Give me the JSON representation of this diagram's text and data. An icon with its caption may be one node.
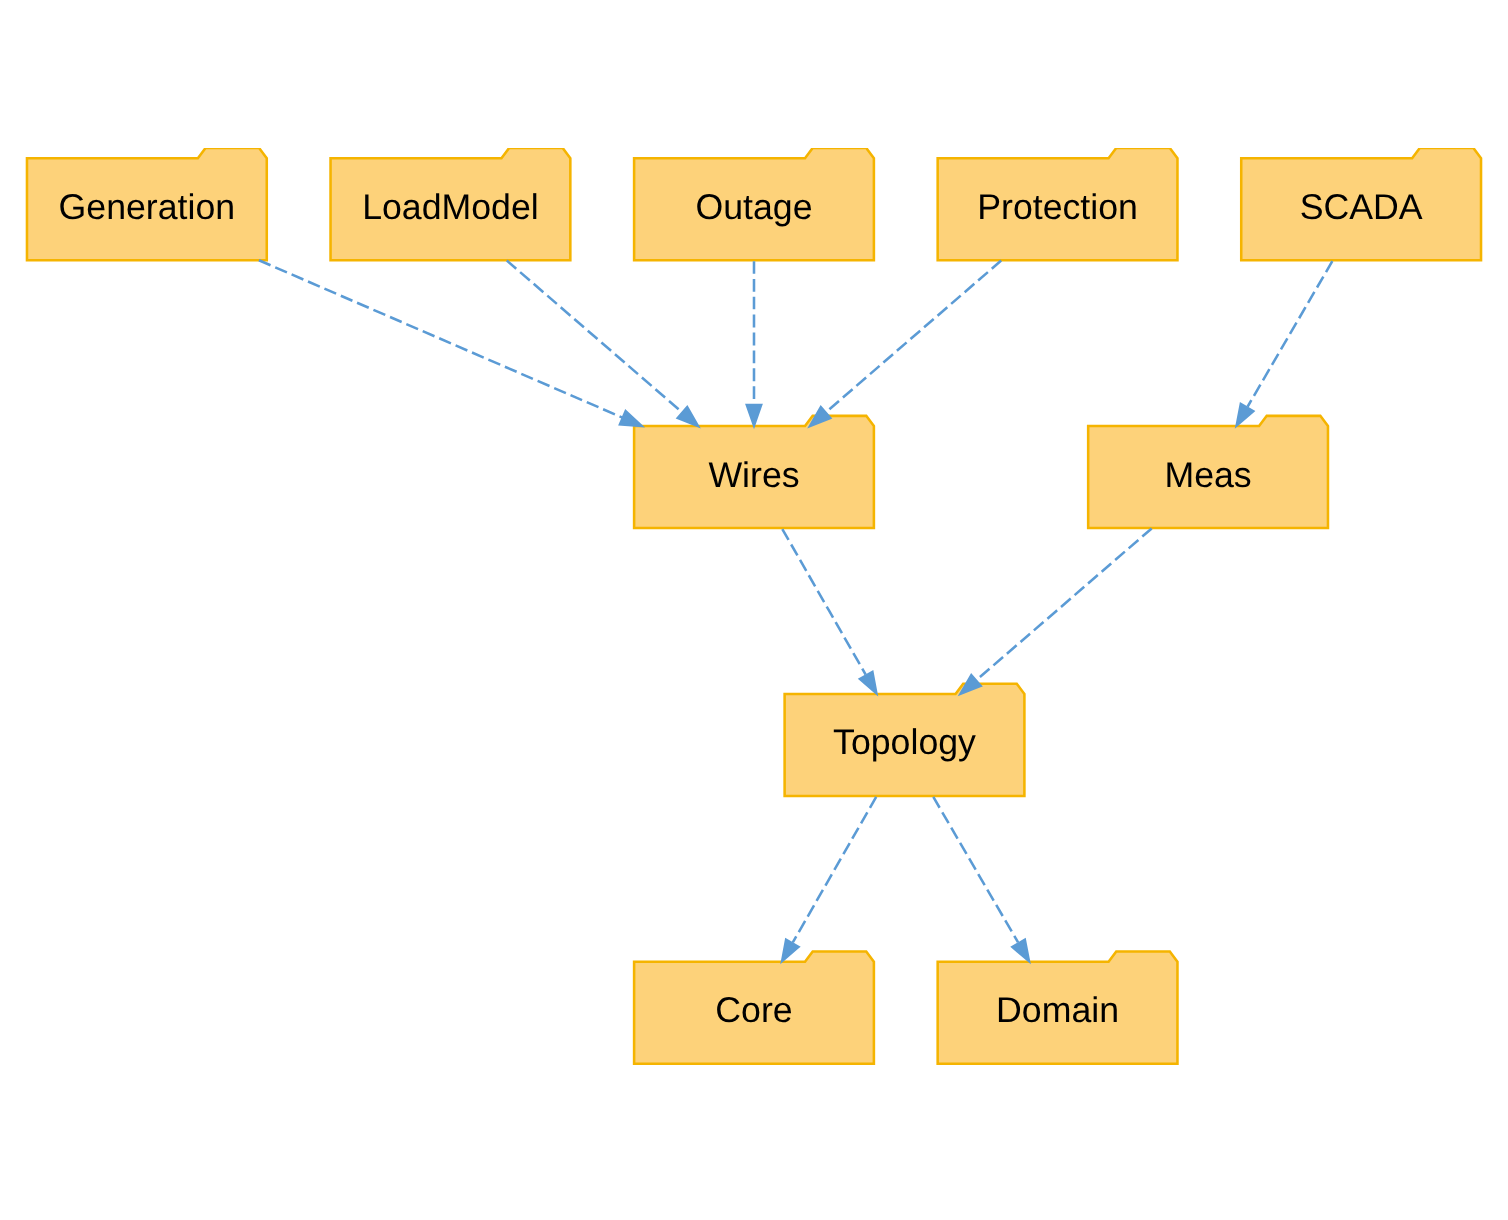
{
  "diagram": {
    "nodes": [
      {
        "text": [
          "Generation"
        ]
      },
      {
        "text": [
          "LoadModel"
        ]
      },
      {
        "text": [
          "Outage"
        ]
      },
      {
        "text": [
          "Protection"
        ]
      },
      {
        "text": [
          "SCADA"
        ]
      },
      {
        "text": [
          "Wires"
        ]
      },
      {
        "text": [
          "Meas"
        ]
      },
      {
        "text": [
          "Topology"
        ]
      },
      {
        "text": [
          "Core"
        ]
      },
      {
        "text": [
          "Domain"
        ]
      }
    ],
    "edges": [
      {
        "from": 0,
        "to": 5,
        "arrow": "to",
        "style": "dashed"
      },
      {
        "from": 1,
        "to": 5,
        "arrow": "to",
        "style": "dashed"
      },
      {
        "from": 2,
        "to": 5,
        "arrow": "to",
        "style": "dashed"
      },
      {
        "from": 3,
        "to": 5,
        "arrow": "to",
        "style": "dashed"
      },
      {
        "from": 4,
        "to": 6,
        "arrow": "to",
        "style": "dashed"
      },
      {
        "from": 5,
        "to": 7,
        "arrow": "to",
        "style": "dashed"
      },
      {
        "from": 6,
        "to": 7,
        "arrow": "to",
        "style": "dashed"
      },
      {
        "from": 7,
        "to": 8,
        "arrow": "to",
        "style": "dashed"
      },
      {
        "from": 7,
        "to": 9,
        "arrow": "to",
        "style": "dashed"
      }
    ]
  }
}
